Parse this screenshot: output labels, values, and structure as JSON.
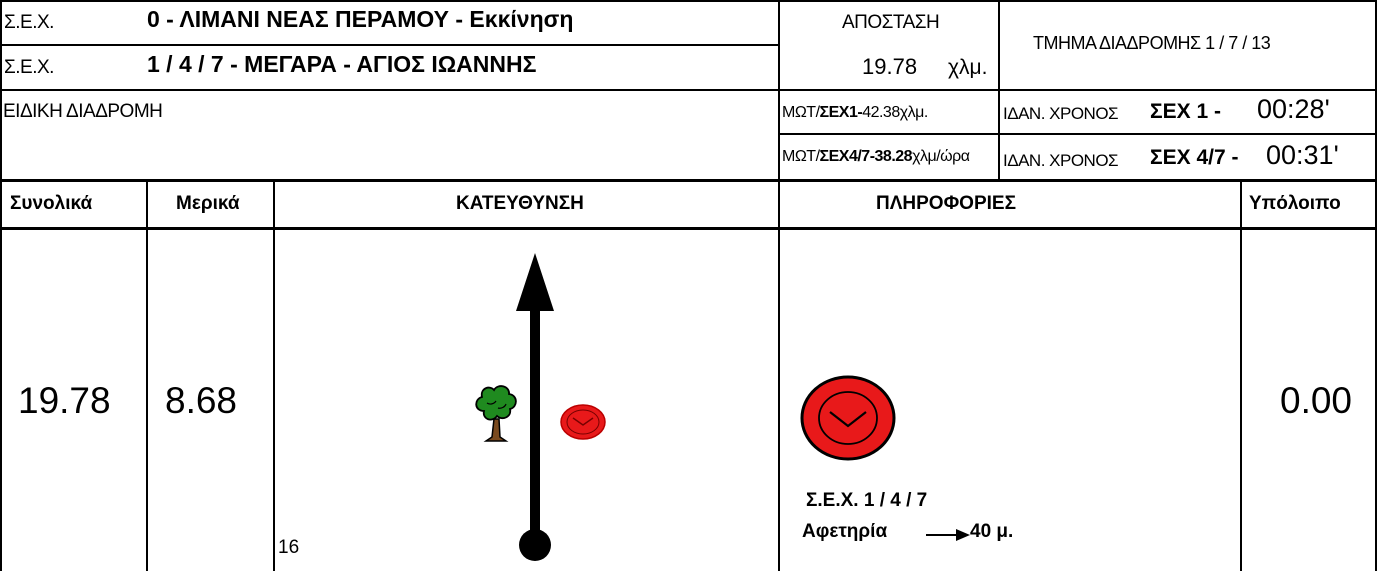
{
  "header": {
    "row1": {
      "prefix": "Σ.Ε.Χ.",
      "title": "0 - ΛΙΜΑΝΙ ΝΕΑΣ ΠΕΡΑΜΟΥ - Εκκίνηση"
    },
    "row2": {
      "prefix": "Σ.Ε.Χ.",
      "title": "1 / 4 / 7 - ΜΕΓΑΡΑ - ΑΓΙΟΣ ΙΩΑΝΝΗΣ"
    },
    "distance_label": "ΑΠΟΣΤΑΣΗ",
    "distance_value": "19.78",
    "distance_unit": "χλμ.",
    "segment": "ΤΜΗΜΑ ΔΙΑΔΡΟΜΗΣ 1 / 7 / 13",
    "special_route": "ΕΙΔΙΚΗ ΔΙΑΔΡΟΜΗ",
    "avg1": {
      "prefix": "ΜΩΤ/",
      "bold": "ΣΕΧ1-",
      "value": "42.38",
      "unit": "χλμ."
    },
    "avg2": {
      "prefix": "ΜΩΤ/",
      "bold": "ΣΕΧ4/7-38.28",
      "unit": "χλμ/ώρα"
    },
    "ideal1": {
      "label": "ΙΔΑΝ. ΧΡΟΝΟΣ",
      "sex": "ΣΕΧ 1 -",
      "time": "00:28'"
    },
    "ideal2": {
      "label": "ΙΔΑΝ. ΧΡΟΝΟΣ",
      "sex": "ΣΕΧ 4/7 -",
      "time": "00:31'"
    }
  },
  "columns": {
    "total": "Συνολικά",
    "partial": "Μερικά",
    "direction": "ΚΑΤΕΥΘΥΝΣΗ",
    "info": "ΠΛΗΡΟΦΟΡΙΕΣ",
    "remaining": "Υπόλοιπο"
  },
  "row": {
    "total": "19.78",
    "partial": "8.68",
    "number": "16",
    "info_line1": "Σ.Ε.Χ.  1 / 4 / 7",
    "info_line2_a": "Αφετηρία",
    "info_line2_b": "40 μ.",
    "remaining": "0.00"
  },
  "icons": [
    "tree-icon",
    "clock-icon",
    "arrow-up-icon",
    "right-arrow-icon"
  ],
  "colors": {
    "clock_red": "#e8191a",
    "tree_green": "#1f8a1f",
    "trunk_brown": "#7a4a1e"
  }
}
